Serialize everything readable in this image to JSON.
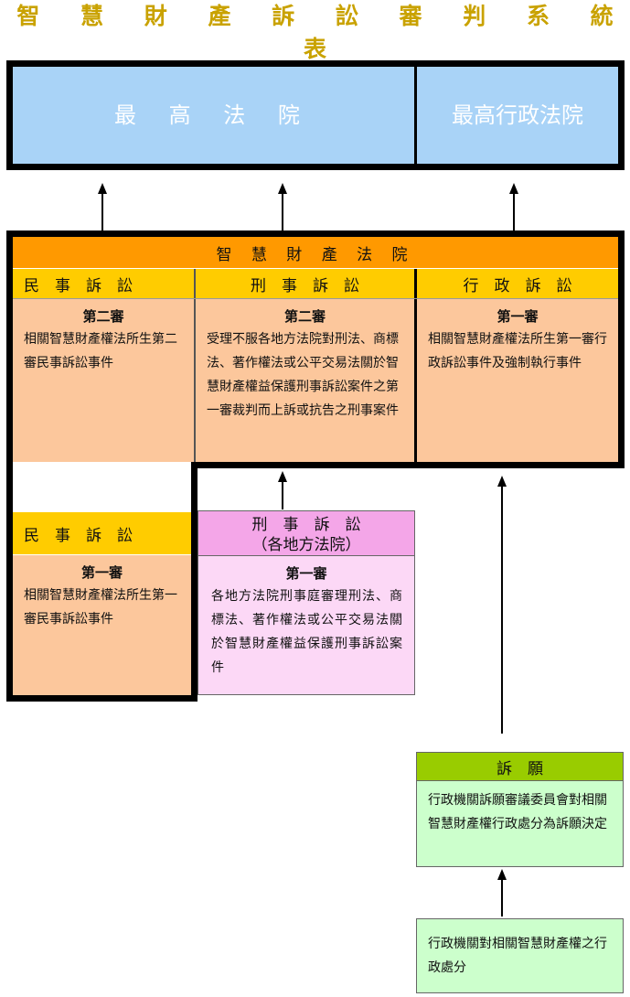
{
  "title": "智 慧 財 產 訴 訟 審 判 系 統 表",
  "supreme_court": "最 高 法 院",
  "supreme_admin_court": "最高行政法院",
  "ip_court": {
    "name": "智 慧 財 產 法 院",
    "civil": {
      "header": "民　事　訴　訟",
      "instance": "第二審",
      "desc": "相關智慧財產權法所生第二審民事訴訟事件"
    },
    "criminal": {
      "header": "刑　事　訴　訟",
      "instance": "第二審",
      "desc": "受理不服各地方法院對刑法、商標法、著作權法或公平交易法關於智慧財產權益保護刑事訴訟案件之第一審裁判而上訴或抗告之刑事案件"
    },
    "admin": {
      "header": "行　政　訴　訟",
      "instance": "第一審",
      "desc": "相關智慧財產權法所生第一審行政訴訟事件及強制執行事件"
    },
    "civil_first": {
      "header": "民　事　訴　訟",
      "instance": "第一審",
      "desc": "相關智慧財產權法所生第一審民事訴訟事件"
    }
  },
  "district_criminal": {
    "header_line1": "刑　事　訴　訟",
    "header_line2": "（各地方法院）",
    "instance": "第一審",
    "desc": "各地方法院刑事庭審理刑法、商標法、著作權法或公平交易法關於智慧財產權益保護刑事訴訟案件"
  },
  "petition": {
    "header": "訴　願",
    "desc": "行政機關訴願審議委員會對相關智慧財產權行政處分為訴願決定"
  },
  "admin_action": {
    "desc": "行政機關對相關智慧財產權之行政處分"
  }
}
